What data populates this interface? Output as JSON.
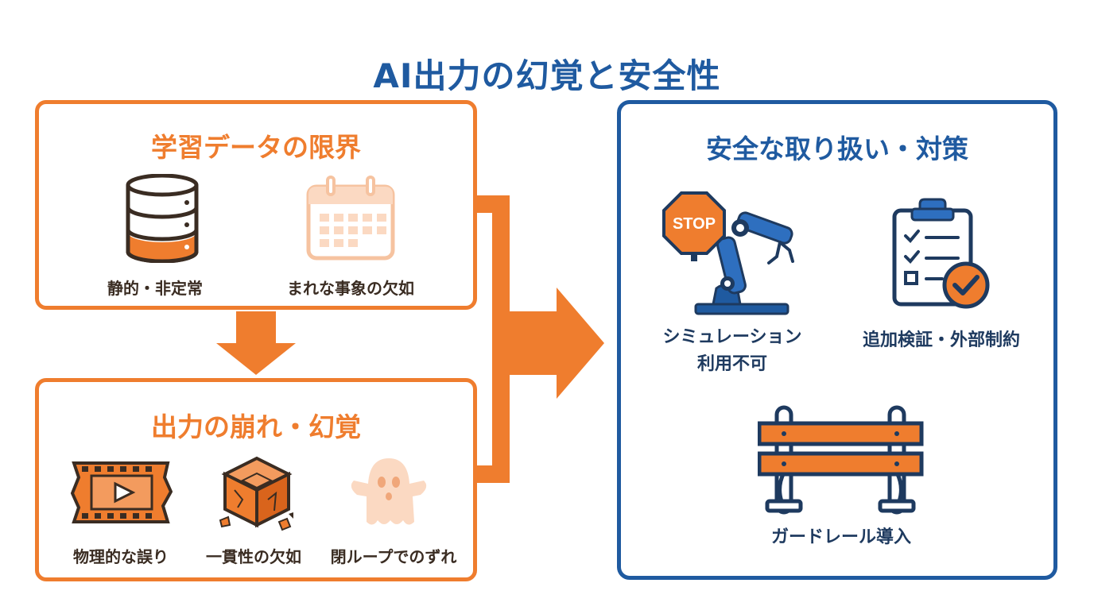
{
  "title": "AI出力の幻覚と安全性",
  "training_box": {
    "title": "学習データの限界",
    "items": [
      {
        "icon": "database-icon",
        "label": "静的・非定常"
      },
      {
        "icon": "calendar-icon",
        "label": "まれな事象の欠如"
      }
    ]
  },
  "output_box": {
    "title": "出力の崩れ・幻覚",
    "items": [
      {
        "icon": "broken-film-icon",
        "label": "物理的な誤り"
      },
      {
        "icon": "broken-cube-icon",
        "label": "一貫性の欠如"
      },
      {
        "icon": "ghost-icon",
        "label": "閉ループでのずれ"
      }
    ]
  },
  "safety_box": {
    "title": "安全な取り扱い・対策",
    "items": [
      {
        "icon": "stop-robot-arm-icon",
        "label_line1": "シミュレーション",
        "label_line2": "利用不可",
        "badge": "STOP"
      },
      {
        "icon": "checklist-clipboard-icon",
        "label": "追加検証・外部制約"
      },
      {
        "icon": "guardrail-icon",
        "label": "ガードレール導入"
      }
    ]
  },
  "colors": {
    "orange": "#ef7d2e",
    "orange_light": "#fbd9c2",
    "blue": "#1f5aa0",
    "dark_brown": "#3a2c22",
    "navy": "#1e3a5f"
  }
}
